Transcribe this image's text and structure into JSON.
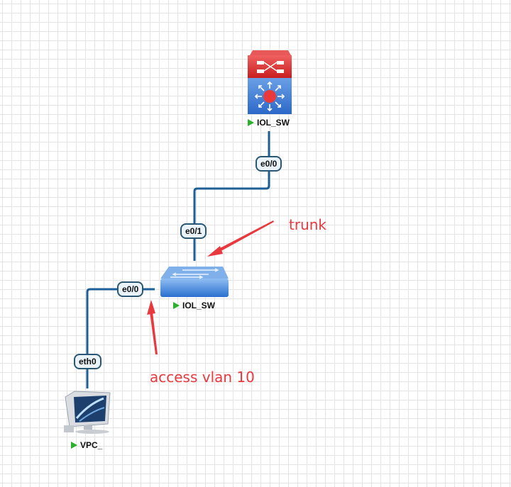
{
  "nodes": [
    {
      "id": "l3-switch",
      "type": "layer3-switch",
      "label": "IOL_SW",
      "status": "running"
    },
    {
      "id": "l2-switch",
      "type": "layer2-switch",
      "label": "IOL_SW",
      "status": "running"
    },
    {
      "id": "vpc",
      "type": "vpc",
      "label": "VPC_",
      "status": "running"
    }
  ],
  "links": [
    {
      "from": "l3-switch",
      "from_port": "e0/0",
      "to": "l2-switch",
      "to_port": "e0/1"
    },
    {
      "from": "l2-switch",
      "from_port": "e0/0",
      "to": "vpc",
      "to_port": "eth0"
    }
  ],
  "ports": {
    "l3_e00": "e0/0",
    "l2_e01": "e0/1",
    "l2_e00": "e0/0",
    "vpc_eth0": "eth0"
  },
  "annotations": {
    "trunk": "trunk",
    "access": "access vlan 10"
  },
  "colors": {
    "link": "#1d5f96",
    "annotation": "#e8393f",
    "status_running": "#2bb02b"
  }
}
